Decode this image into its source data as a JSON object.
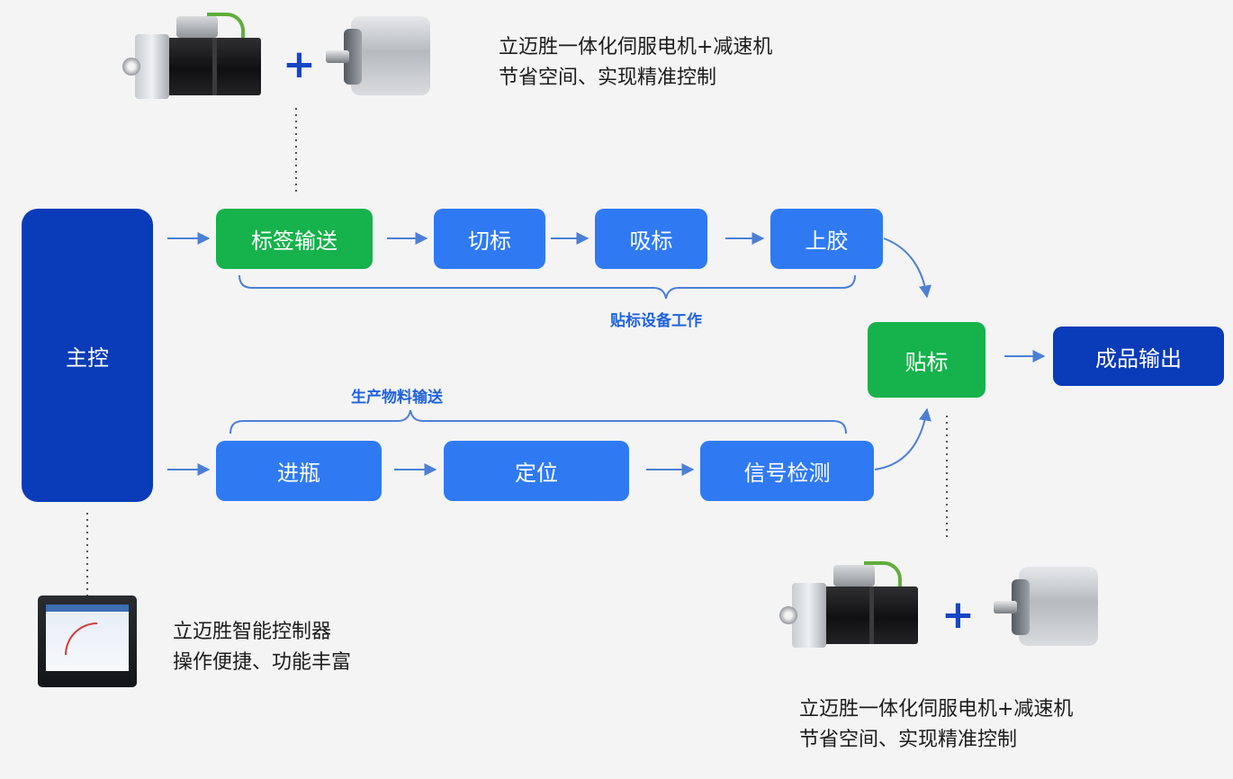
{
  "nodes": {
    "main_control": "主控",
    "label_feed": "标签输送",
    "label_cut": "切标",
    "label_suck": "吸标",
    "glue": "上胶",
    "labeling": "贴标",
    "product_output": "成品输出",
    "bottle_in": "进瓶",
    "positioning": "定位",
    "signal_detect": "信号检测"
  },
  "captions": {
    "labeling_equipment": "贴标设备工作",
    "material_conveying": "生产物料输送"
  },
  "annotations": {
    "servo_top": {
      "line1": "立迈胜一体化伺服电机+减速机",
      "line2": "节省空间、实现精准控制"
    },
    "controller": {
      "line1": "立迈胜智能控制器",
      "line2": "操作便捷、功能丰富"
    },
    "servo_bottom": {
      "line1": "立迈胜一体化伺服电机+减速机",
      "line2": "节省空间、实现精准控制"
    }
  },
  "plus_symbol": "+",
  "icons": {
    "servo_motor": "servo-motor-icon",
    "gear_reducer": "gear-reducer-icon",
    "controller_screen": "controller-screen-icon"
  },
  "colors": {
    "dark_node": "#0a3bb8",
    "step_node": "#2f7af3",
    "highlight_node": "#16b24b",
    "caption": "#1f62dc",
    "arrow": "#4b7fd6"
  }
}
